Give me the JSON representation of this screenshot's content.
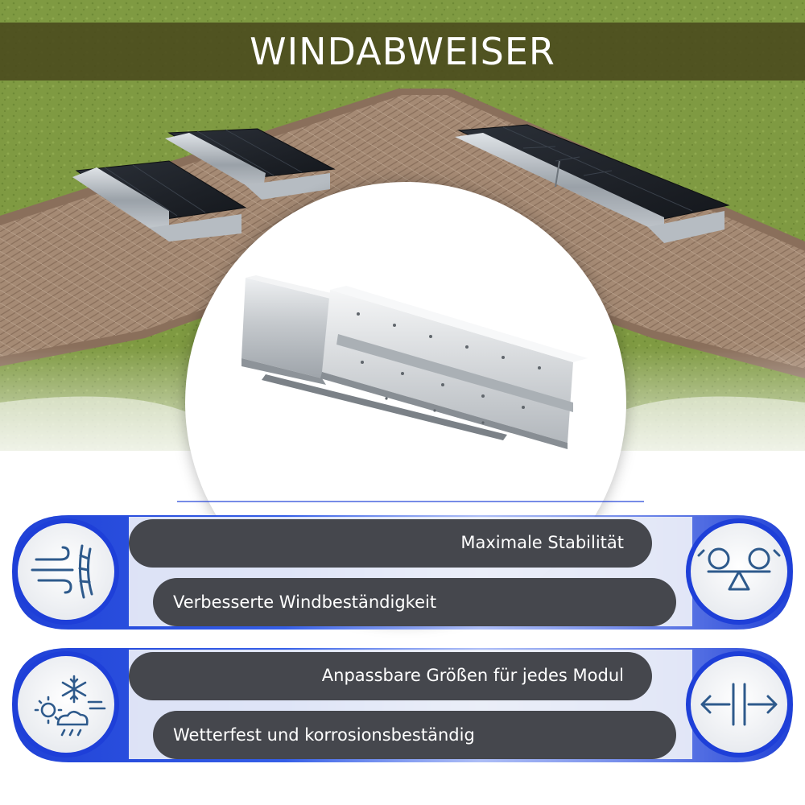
{
  "header": {
    "title": "WINDABWEISER"
  },
  "features": [
    {
      "text": "Maximale Stabilität"
    },
    {
      "text": "Verbesserte Windbeständigkeit"
    },
    {
      "text": "Anpassbare Größen für jedes Modul"
    },
    {
      "text": "Wetterfest und korrosionsbeständig"
    }
  ],
  "icons": {
    "wind": "wind-deflector-icon",
    "balance": "balance-scale-icon",
    "weather": "weather-snowflake-icon",
    "resize": "resize-arrows-icon"
  },
  "colors": {
    "accent": "#1e3fd8",
    "pill": "#45474d",
    "icon": "#2e5a8c",
    "title_band": "#4a491c"
  }
}
